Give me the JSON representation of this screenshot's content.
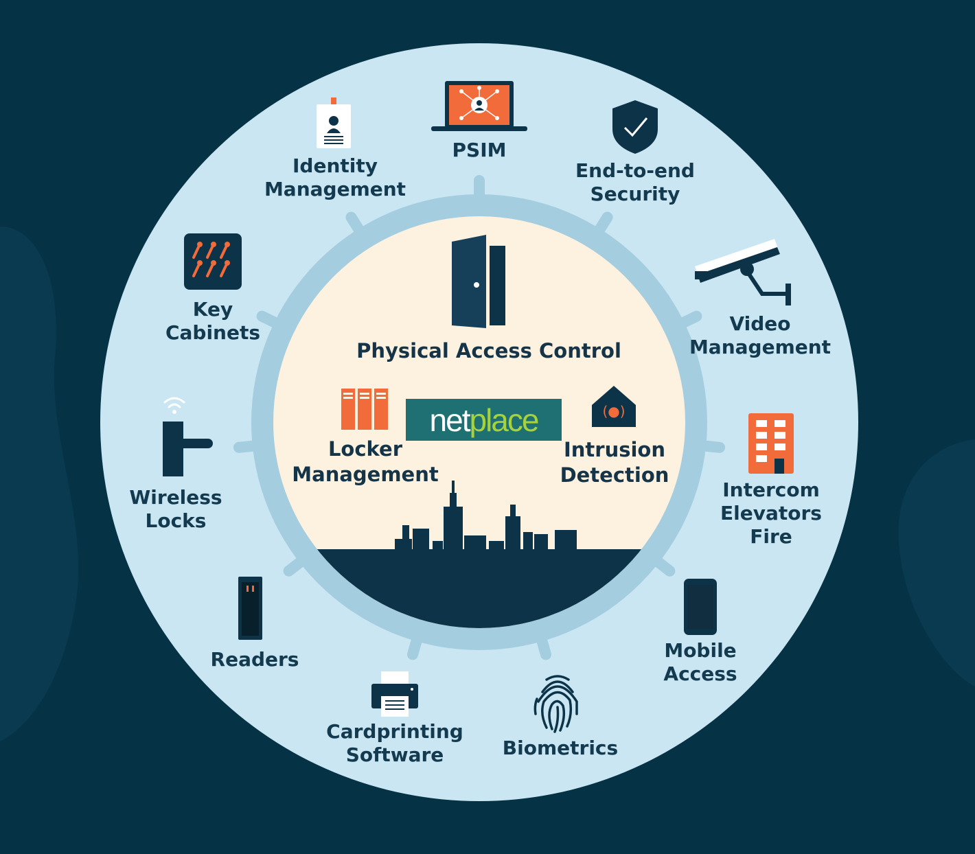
{
  "colors": {
    "background": "#063245",
    "outer_ring": "#c9e6f2",
    "inner_ring": "#a4cddf",
    "center_fill": "#fdf1df",
    "navy": "#0c3347",
    "accent_orange": "#f26b3a",
    "logo_bg": "#1f7072",
    "logo_green": "#a6d23c"
  },
  "center": {
    "title": "Physical Access Control",
    "left_label": [
      "Locker",
      "Management"
    ],
    "right_label": [
      "Intrusion",
      "Detection"
    ],
    "icons": [
      "door-icon",
      "locker-icon",
      "alarm-icon",
      "skyline-icon"
    ]
  },
  "logo": {
    "part1": "net",
    "part2": "place"
  },
  "ring_items": [
    {
      "id": "psim",
      "icon": "laptop-network-icon",
      "lines": [
        "PSIM"
      ]
    },
    {
      "id": "end-to-end-security",
      "icon": "shield-check-icon",
      "lines": [
        "End-to-end",
        "Security"
      ]
    },
    {
      "id": "video-management",
      "icon": "cctv-camera-icon",
      "lines": [
        "Video",
        "Management"
      ]
    },
    {
      "id": "intercom-elevators-fire",
      "icon": "building-icon",
      "lines": [
        "Intercom",
        "Elevators",
        "Fire"
      ]
    },
    {
      "id": "mobile-access",
      "icon": "smartphone-icon",
      "lines": [
        "Mobile",
        "Access"
      ]
    },
    {
      "id": "biometrics",
      "icon": "fingerprint-icon",
      "lines": [
        "Biometrics"
      ]
    },
    {
      "id": "cardprinting-software",
      "icon": "printer-icon",
      "lines": [
        "Cardprinting",
        "Software"
      ]
    },
    {
      "id": "readers",
      "icon": "card-reader-icon",
      "lines": [
        "Readers"
      ]
    },
    {
      "id": "wireless-locks",
      "icon": "wireless-lock-icon",
      "lines": [
        "Wireless",
        "Locks"
      ]
    },
    {
      "id": "key-cabinets",
      "icon": "key-cabinet-icon",
      "lines": [
        "Key",
        "Cabinets"
      ]
    },
    {
      "id": "identity-management",
      "icon": "id-badge-icon",
      "lines": [
        "Identity",
        "Management"
      ]
    }
  ]
}
